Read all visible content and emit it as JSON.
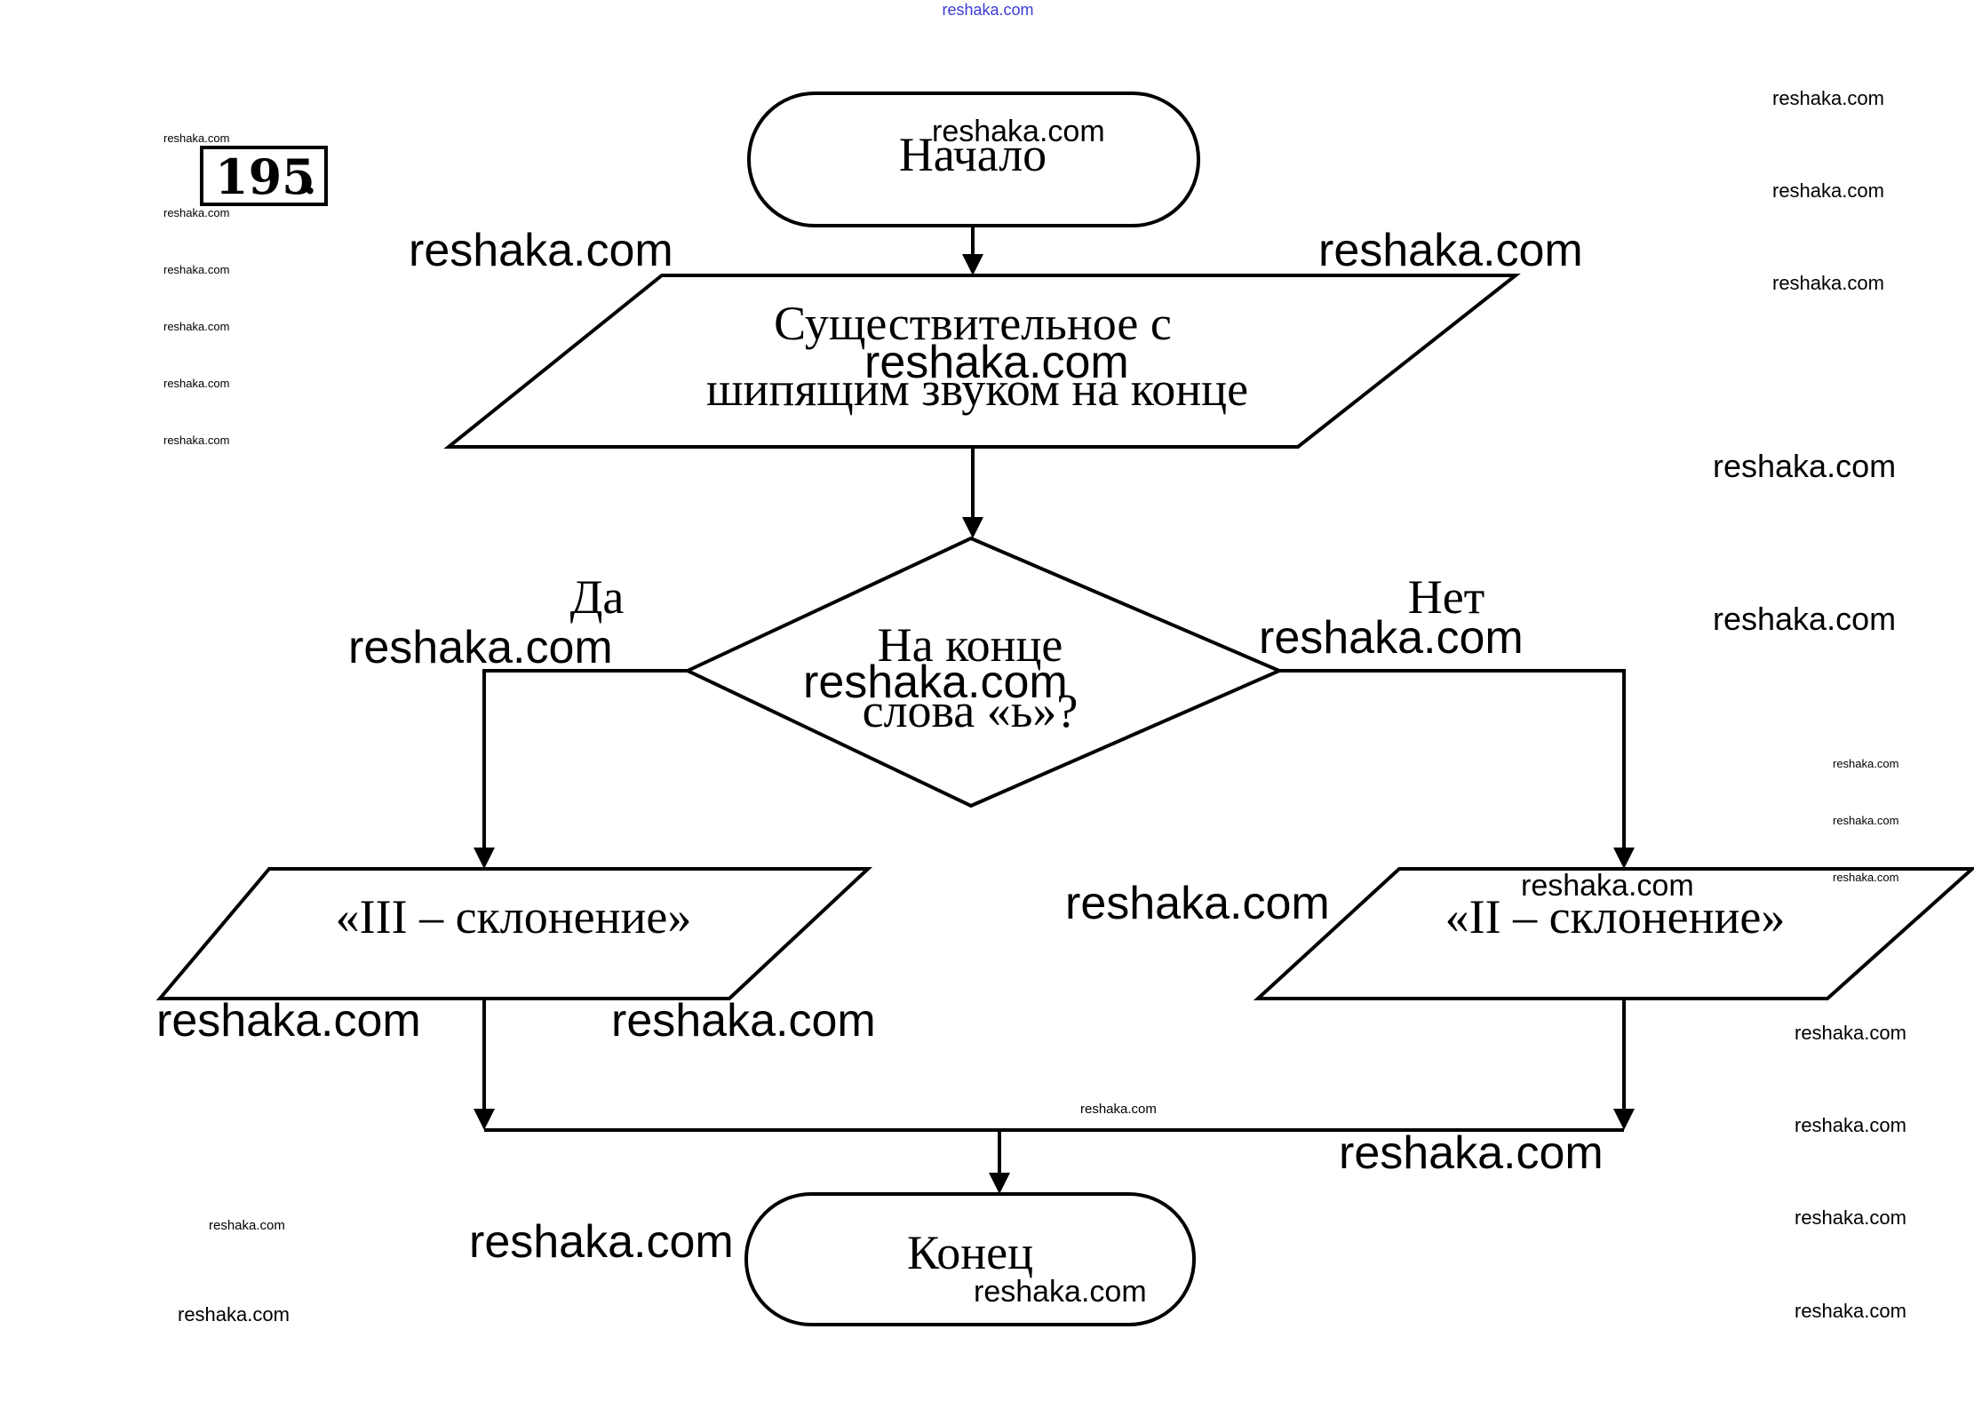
{
  "task": {
    "number": "195",
    "dot": "."
  },
  "flowchart": {
    "start": "Начало",
    "input_line1": "Существительное с",
    "input_line2": "шипящим звуком на конце",
    "decision_line1": "На конце",
    "decision_line2": "слова «ь»?",
    "yes_label": "Да",
    "no_label": "Нет",
    "yes_output": "«III – склонение»",
    "no_output": "«II – склонение»",
    "end": "Конец"
  },
  "watermark": {
    "text": "reshaka.com",
    "blue_color": "#3b3bd6"
  }
}
